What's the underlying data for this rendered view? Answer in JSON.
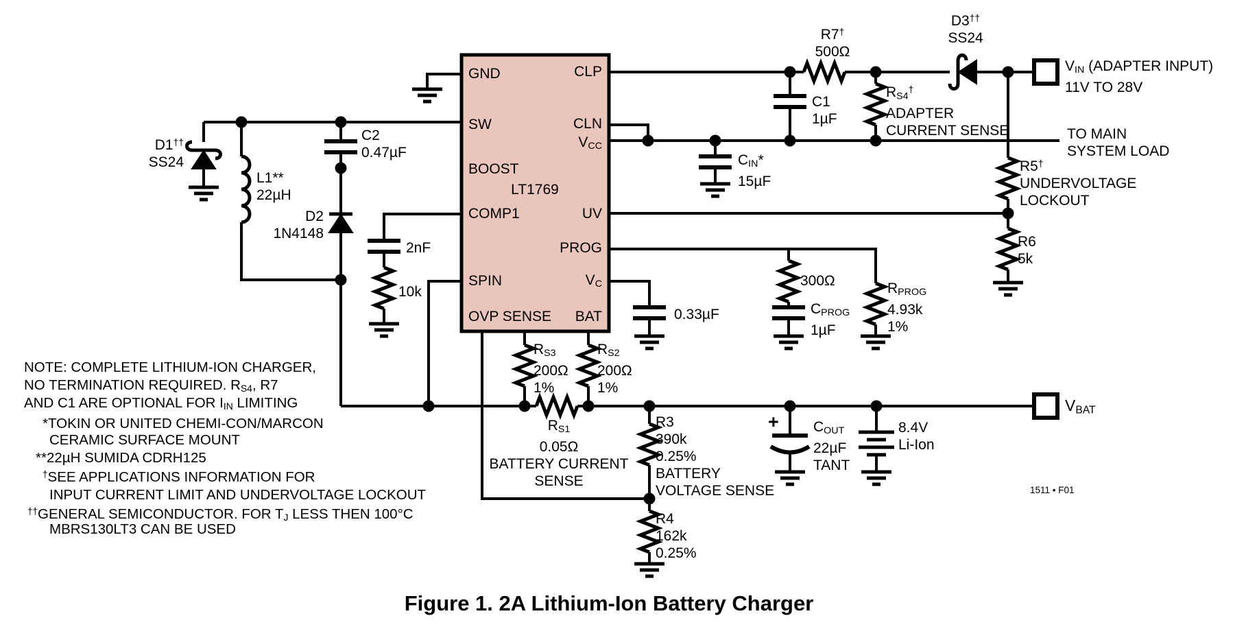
{
  "caption": "Figure 1. 2A Lithium-Ion Battery Charger",
  "fig_code": "1511 • F01",
  "colors": {
    "ic_fill": "#e9c5bc",
    "wire": "#000000"
  },
  "ic": {
    "part": "LT1769",
    "pins_left": {
      "gnd": "GND",
      "sw": "SW",
      "boost": "BOOST",
      "comp1": "COMP1",
      "spin": "SPIN",
      "ovp_sense": "OVP SENSE"
    },
    "pins_right": {
      "clp": "CLP",
      "cln": "CLN",
      "vcc_main": "V",
      "vcc_sub": "CC",
      "uv": "UV",
      "prog": "PROG",
      "vc_main": "V",
      "vc_sub": "C",
      "bat": "BAT"
    }
  },
  "components": {
    "d1": {
      "name": "D1",
      "sup": "††",
      "part": "SS24"
    },
    "l1": {
      "name": "L1**",
      "value": "22µH"
    },
    "c2": {
      "name": "C2",
      "value": "0.47µF"
    },
    "d2": {
      "name": "D2",
      "part": "1N4148"
    },
    "comp_cap": {
      "value": "2nF"
    },
    "comp_res": {
      "value": "10k"
    },
    "r7": {
      "name": "R7",
      "sup": "†",
      "value": "500Ω"
    },
    "c1": {
      "name": "C1",
      "value": "1µF"
    },
    "rs4": {
      "name": "R",
      "sub": "S4",
      "sup": "†",
      "desc1": "ADAPTER",
      "desc2": "CURRENT SENSE"
    },
    "d3": {
      "name": "D3",
      "sup": "††",
      "part": "SS24"
    },
    "vin": {
      "name": "V",
      "sub": "IN",
      "post": " (ADAPTER INPUT)",
      "line2": "11V TO 28V"
    },
    "cin": {
      "name": "C",
      "sub": "IN",
      "post": "*",
      "value": "15µF"
    },
    "to_main": {
      "line1": "TO MAIN",
      "line2": "SYSTEM LOAD"
    },
    "r5": {
      "name": "R5",
      "sup": "†",
      "desc1": "UNDERVOLTAGE",
      "desc2": "LOCKOUT"
    },
    "r6": {
      "name": "R6",
      "value": "5k"
    },
    "r300": {
      "value": "300Ω"
    },
    "cprog": {
      "name": "C",
      "sub": "PROG",
      "value": "1µF"
    },
    "rprog": {
      "name": "R",
      "sub": "PROG",
      "value": "4.93k",
      "tol": "1%"
    },
    "c033": {
      "value": "0.33µF"
    },
    "rs3": {
      "name": "R",
      "sub": "S3",
      "value": "200Ω",
      "tol": "1%"
    },
    "rs2": {
      "name": "R",
      "sub": "S2",
      "value": "200Ω",
      "tol": "1%"
    },
    "rs1": {
      "name": "R",
      "sub": "S1",
      "value": "0.05Ω",
      "desc1": "BATTERY CURRENT",
      "desc2": "SENSE"
    },
    "r3": {
      "name": "R3",
      "value": "390k",
      "tol": "0.25%",
      "desc1": "BATTERY",
      "desc2": "VOLTAGE SENSE"
    },
    "r4": {
      "name": "R4",
      "value": "162k",
      "tol": "0.25%"
    },
    "cout": {
      "plus": "+",
      "name": "C",
      "sub": "OUT",
      "value": "22µF",
      "type": "TANT"
    },
    "battery": {
      "value": "8.4V",
      "type": "Li-Ion"
    },
    "vbat": {
      "name": "V",
      "sub": "BAT"
    }
  },
  "notes": {
    "l1": "NOTE: COMPLETE LITHIUM-ION CHARGER,",
    "l2a": "NO TERMINATION REQUIRED. R",
    "l2b": "S4",
    "l2c": ", R7",
    "l3a": "AND C1 ARE OPTIONAL FOR I",
    "l3b": "IN",
    "l3c": " LIMITING",
    "l4": "*TOKIN OR UNITED CHEMI-CON/MARCON",
    "l5": "CERAMIC SURFACE MOUNT",
    "l6": "**22µH SUMIDA CDRH125",
    "l7a": "†",
    "l7b": "SEE APPLICATIONS INFORMATION FOR",
    "l8": "INPUT CURRENT LIMIT AND UNDERVOLTAGE LOCKOUT",
    "l9a": "††",
    "l9b": "GENERAL SEMICONDUCTOR. FOR T",
    "l9c": "J",
    "l9d": " LESS THEN 100°C",
    "l10": "MBRS130LT3 CAN BE USED"
  }
}
